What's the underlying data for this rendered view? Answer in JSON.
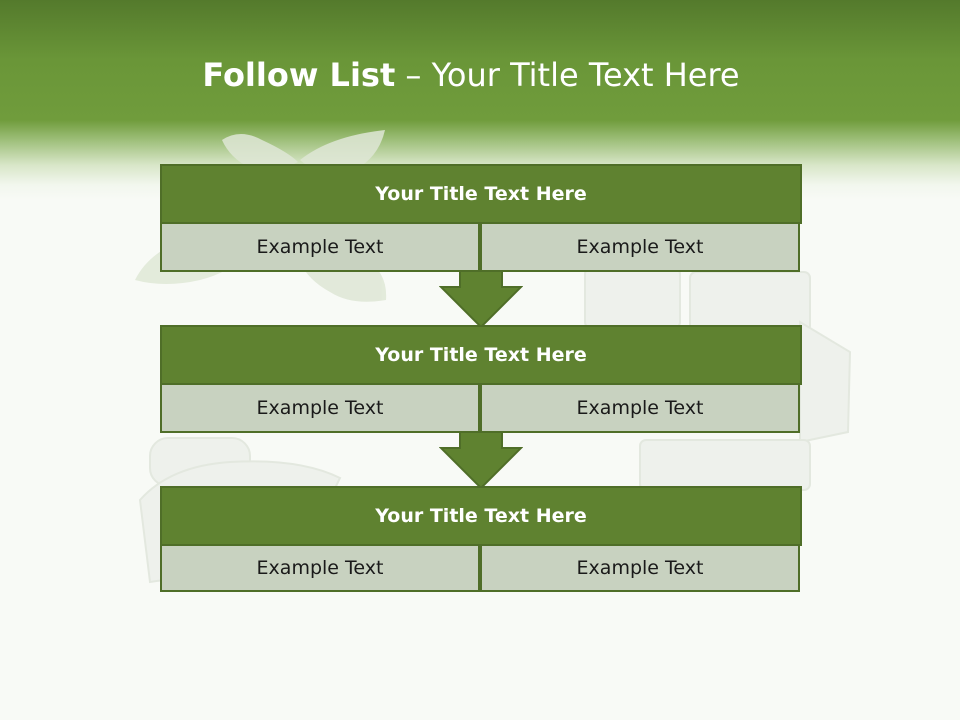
{
  "slide": {
    "title_bold": "Follow List",
    "title_rest": " – Your Title Text Here"
  },
  "colors": {
    "header_green": "#6a9638",
    "block_green": "#5f8230",
    "border_green": "#4f6e28",
    "cell_gray": "#c8d2c0",
    "background": "#f8faf6"
  },
  "flow": {
    "steps": [
      {
        "title": "Your Title Text Here",
        "left": "Example Text",
        "right": "Example Text"
      },
      {
        "title": "Your Title Text Here",
        "left": "Example Text",
        "right": "Example Text"
      },
      {
        "title": "Your Title Text Here",
        "left": "Example Text",
        "right": "Example Text"
      }
    ],
    "connector_icon": "down-arrow-icon"
  }
}
